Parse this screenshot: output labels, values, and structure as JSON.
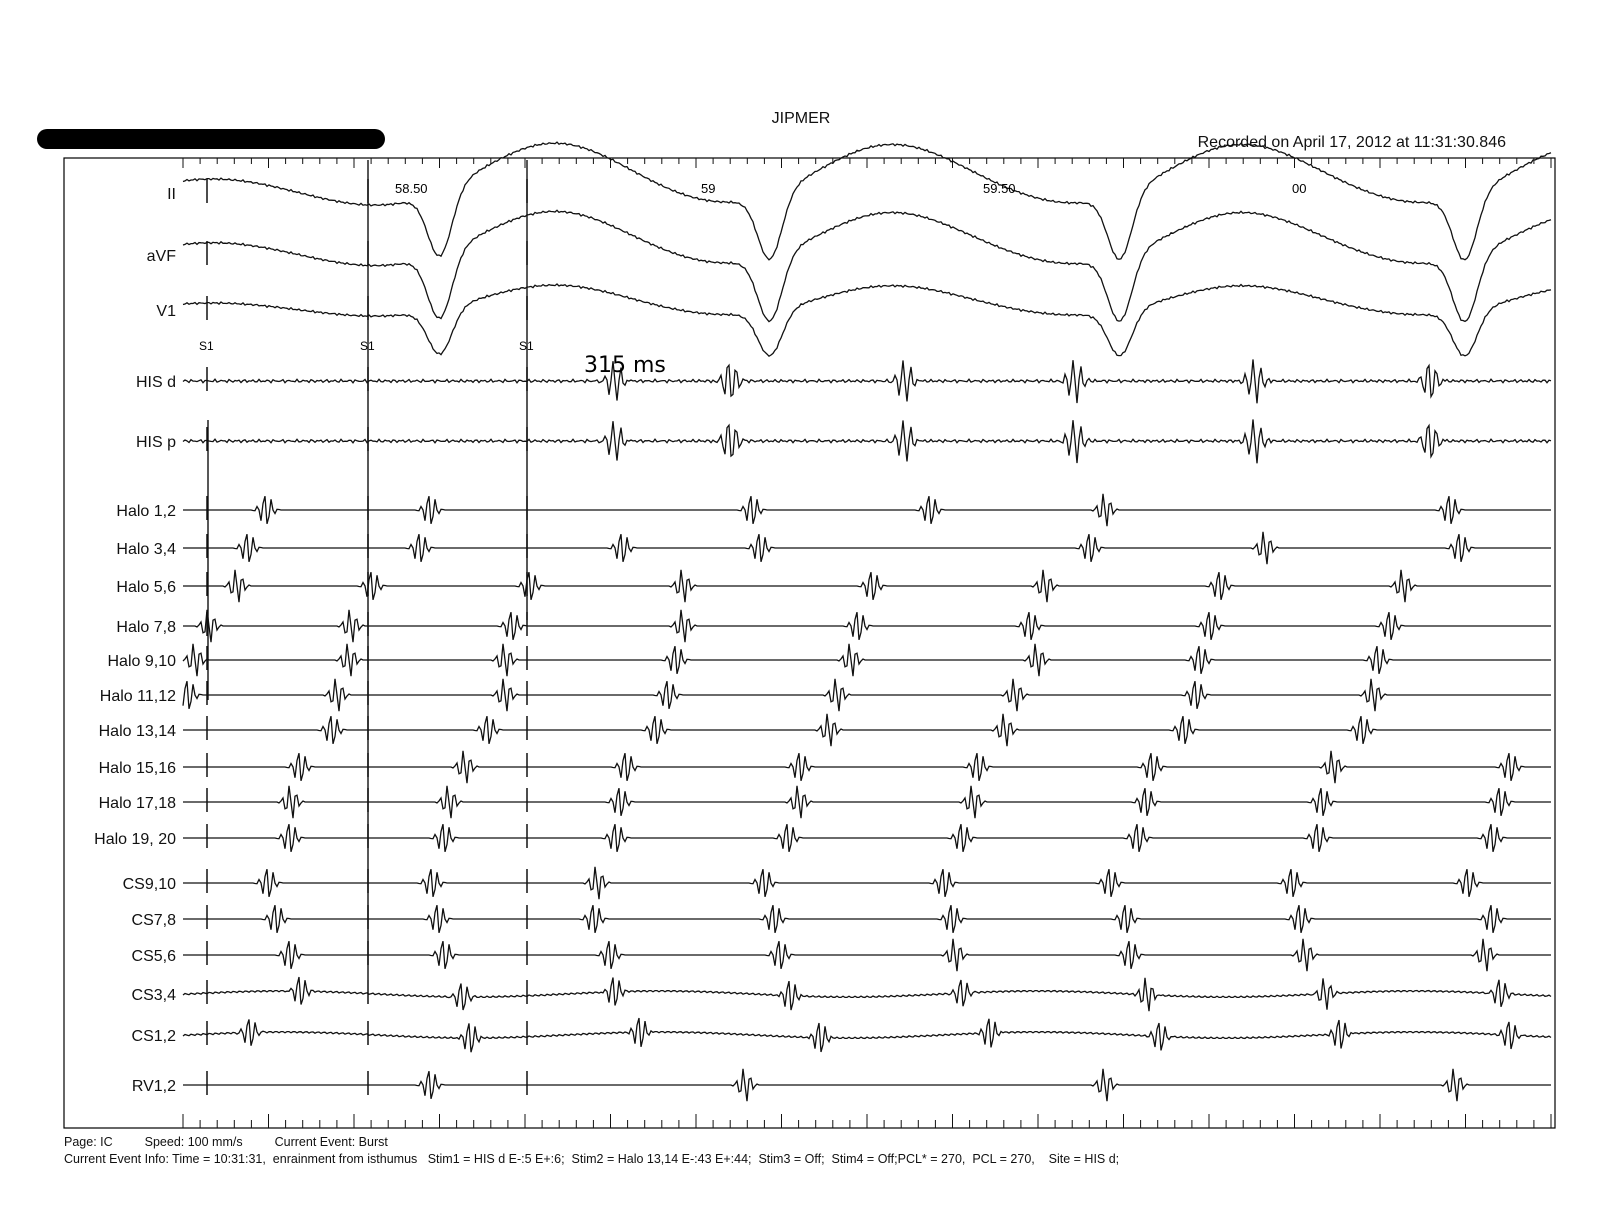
{
  "header": {
    "title": "JIPMER",
    "recorded": "Recorded on April 17, 2012 at 11:31:30.846"
  },
  "chart_data": {
    "type": "line",
    "title": "JIPMER",
    "x_ticks": [
      "58.50",
      "59",
      "59.50",
      "00"
    ],
    "annotation": "315 ms",
    "stim_marker": "S1",
    "stim_count": 3,
    "channels": [
      {
        "name": "II"
      },
      {
        "name": "aVF"
      },
      {
        "name": "V1"
      },
      {
        "name": "HIS d"
      },
      {
        "name": "HIS p"
      },
      {
        "name": "Halo 1,2"
      },
      {
        "name": "Halo 3,4"
      },
      {
        "name": "Halo 5,6"
      },
      {
        "name": "Halo 7,8"
      },
      {
        "name": "Halo 9,10"
      },
      {
        "name": "Halo 11,12"
      },
      {
        "name": "Halo 13,14"
      },
      {
        "name": "Halo 15,16"
      },
      {
        "name": "Halo 17,18"
      },
      {
        "name": "Halo 19, 20"
      },
      {
        "name": "CS9,10"
      },
      {
        "name": "CS7,8"
      },
      {
        "name": "CS5,6"
      },
      {
        "name": "CS3,4"
      },
      {
        "name": "CS1,2"
      },
      {
        "name": "RV1,2"
      }
    ]
  },
  "footer": {
    "page": "Page: IC",
    "speed": "Speed: 100 mm/s",
    "current_event": "Current Event: Burst",
    "event_info": "Current Event Info: Time = 10:31:31,  enrainment from isthumus   Stim1 = HIS d E-:5 E+:6;  Stim2 = Halo 13,14 E-:43 E+:44;  Stim3 = Off;  Stim4 = Off;PCL* = 270,  PCL = 270,    Site = HIS d;"
  }
}
